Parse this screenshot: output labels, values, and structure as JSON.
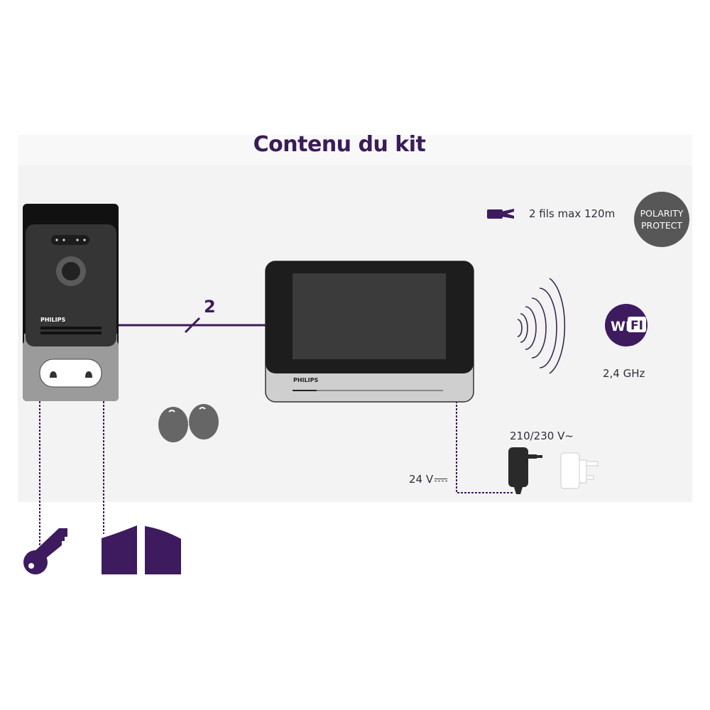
{
  "title": "Contenu du kit",
  "door_station": {
    "brand": "PHILIPS",
    "buttons": [
      "bell-1",
      "bell-2"
    ]
  },
  "monitor": {
    "brand": "PHILIPS"
  },
  "cable": {
    "wire_count": "2",
    "label": "2 fils max 120m"
  },
  "badge": {
    "line1": "POLARITY",
    "line2": "PROTECT"
  },
  "wifi": {
    "logo": "WIFI",
    "frequency": "2,4 GHz"
  },
  "power": {
    "mains_label": "210/230 V~",
    "dc_label": "24 V"
  },
  "accessories": {
    "badges_count": 2,
    "outputs": [
      "key-lock",
      "gate"
    ]
  },
  "colors": {
    "accent": "#3d1b5e",
    "background": "#f3f3f3",
    "device_dark": "#1c1c1c",
    "device_gray": "#9a9a9a",
    "badge_gray": "#575757"
  }
}
